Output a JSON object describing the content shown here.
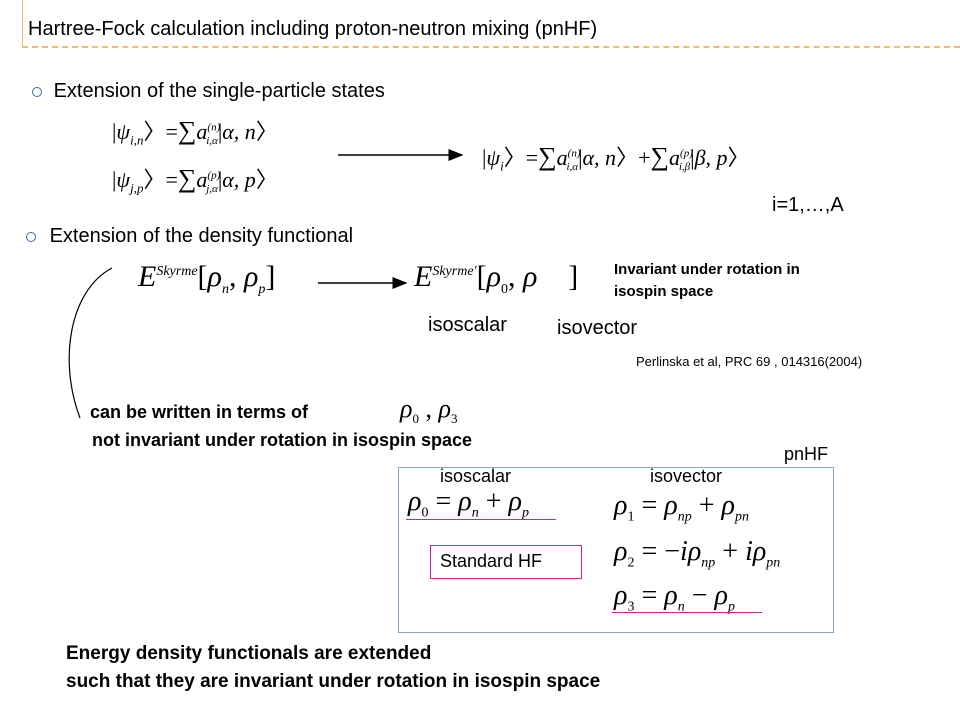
{
  "title": "Hartree-Fock calculation including proton-neutron mixing (pnHF)",
  "section1": {
    "heading": "Extension of the single-particle states",
    "range": "i=1,…,A"
  },
  "section2": {
    "heading": "Extension of the density functional",
    "invariant_note_line1": "Invariant under rotation in",
    "invariant_note_line2": "isospin space",
    "isoscalar": "isoscalar",
    "isovector": "isovector",
    "reference": "Perlinska et al, PRC 69 , 014316(2004)",
    "can_be_written": "can be written in terms of",
    "not_invariant": "not invariant under rotation in isospin space"
  },
  "box": {
    "label": "pnHF",
    "isoscalar": "isoscalar",
    "isovector": "isovector",
    "standard": "Standard HF"
  },
  "conclusion": {
    "line1": "Energy density functionals are extended",
    "line2": "such that they are invariant under rotation in isospin space"
  },
  "colors": {
    "accent_dash": "#f0c060",
    "bullet": "#3a6fb0",
    "highlight": "#c02a8a",
    "box_border": "#8aa9c9"
  }
}
